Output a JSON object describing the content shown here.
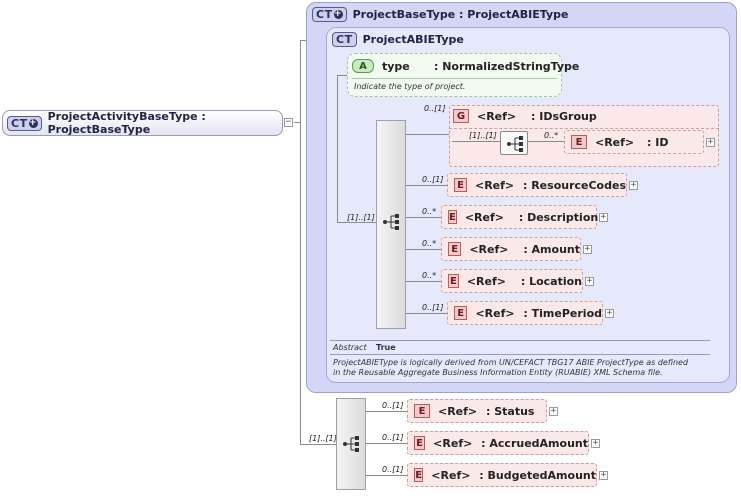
{
  "root": {
    "label": "ProjectActivityBaseType : ProjectBaseType",
    "badge": "CT"
  },
  "outer": {
    "title": "ProjectBaseType : ProjectABIEType",
    "badge": "CT"
  },
  "inner": {
    "title": "ProjectABIEType",
    "badge": "CT"
  },
  "attribute": {
    "badge": "A",
    "name": "type",
    "type": ": NormalizedStringType",
    "doc": "Indicate the type of project."
  },
  "group": {
    "badge": "G",
    "ref": "<Ref>",
    "name": ": IDsGroup",
    "card": "0..[1]",
    "seq_card": "[1]..[1]",
    "child": {
      "badge": "E",
      "ref": "<Ref>",
      "name": ": ID",
      "card": "0..*"
    }
  },
  "inner_seq_card": "[1]..[1]",
  "inner_elements": [
    {
      "badge": "E",
      "ref": "<Ref>",
      "name": ": ResourceCodes",
      "card": "0..[1]"
    },
    {
      "badge": "E",
      "ref": "<Ref>",
      "name": ": Description",
      "card": "0..*"
    },
    {
      "badge": "E",
      "ref": "<Ref>",
      "name": ": Amount",
      "card": "0..*"
    },
    {
      "badge": "E",
      "ref": "<Ref>",
      "name": ": Location",
      "card": "0..*"
    },
    {
      "badge": "E",
      "ref": "<Ref>",
      "name": ": TimePeriod",
      "card": "0..[1]"
    }
  ],
  "meta": {
    "abstract_label": "Abstract",
    "abstract_value": "True",
    "doc_line1": "ProjectABIEType is logically derived from UN/CEFACT TBG17 ABIE ProjectType as defined",
    "doc_line2": "in the Reusable Aggregate Business Information Entity (RUABIE) XML Schema file."
  },
  "outer_seq_card": "[1]..[1]",
  "outer_elements": [
    {
      "badge": "E",
      "ref": "<Ref>",
      "name": ": Status",
      "card": "0..[1]"
    },
    {
      "badge": "E",
      "ref": "<Ref>",
      "name": ": AccruedAmount",
      "card": "0..[1]"
    },
    {
      "badge": "E",
      "ref": "<Ref>",
      "name": ": BudgetedAmount",
      "card": "0..[1]"
    }
  ],
  "toggle_minus": "−",
  "toggle_plus": "+"
}
